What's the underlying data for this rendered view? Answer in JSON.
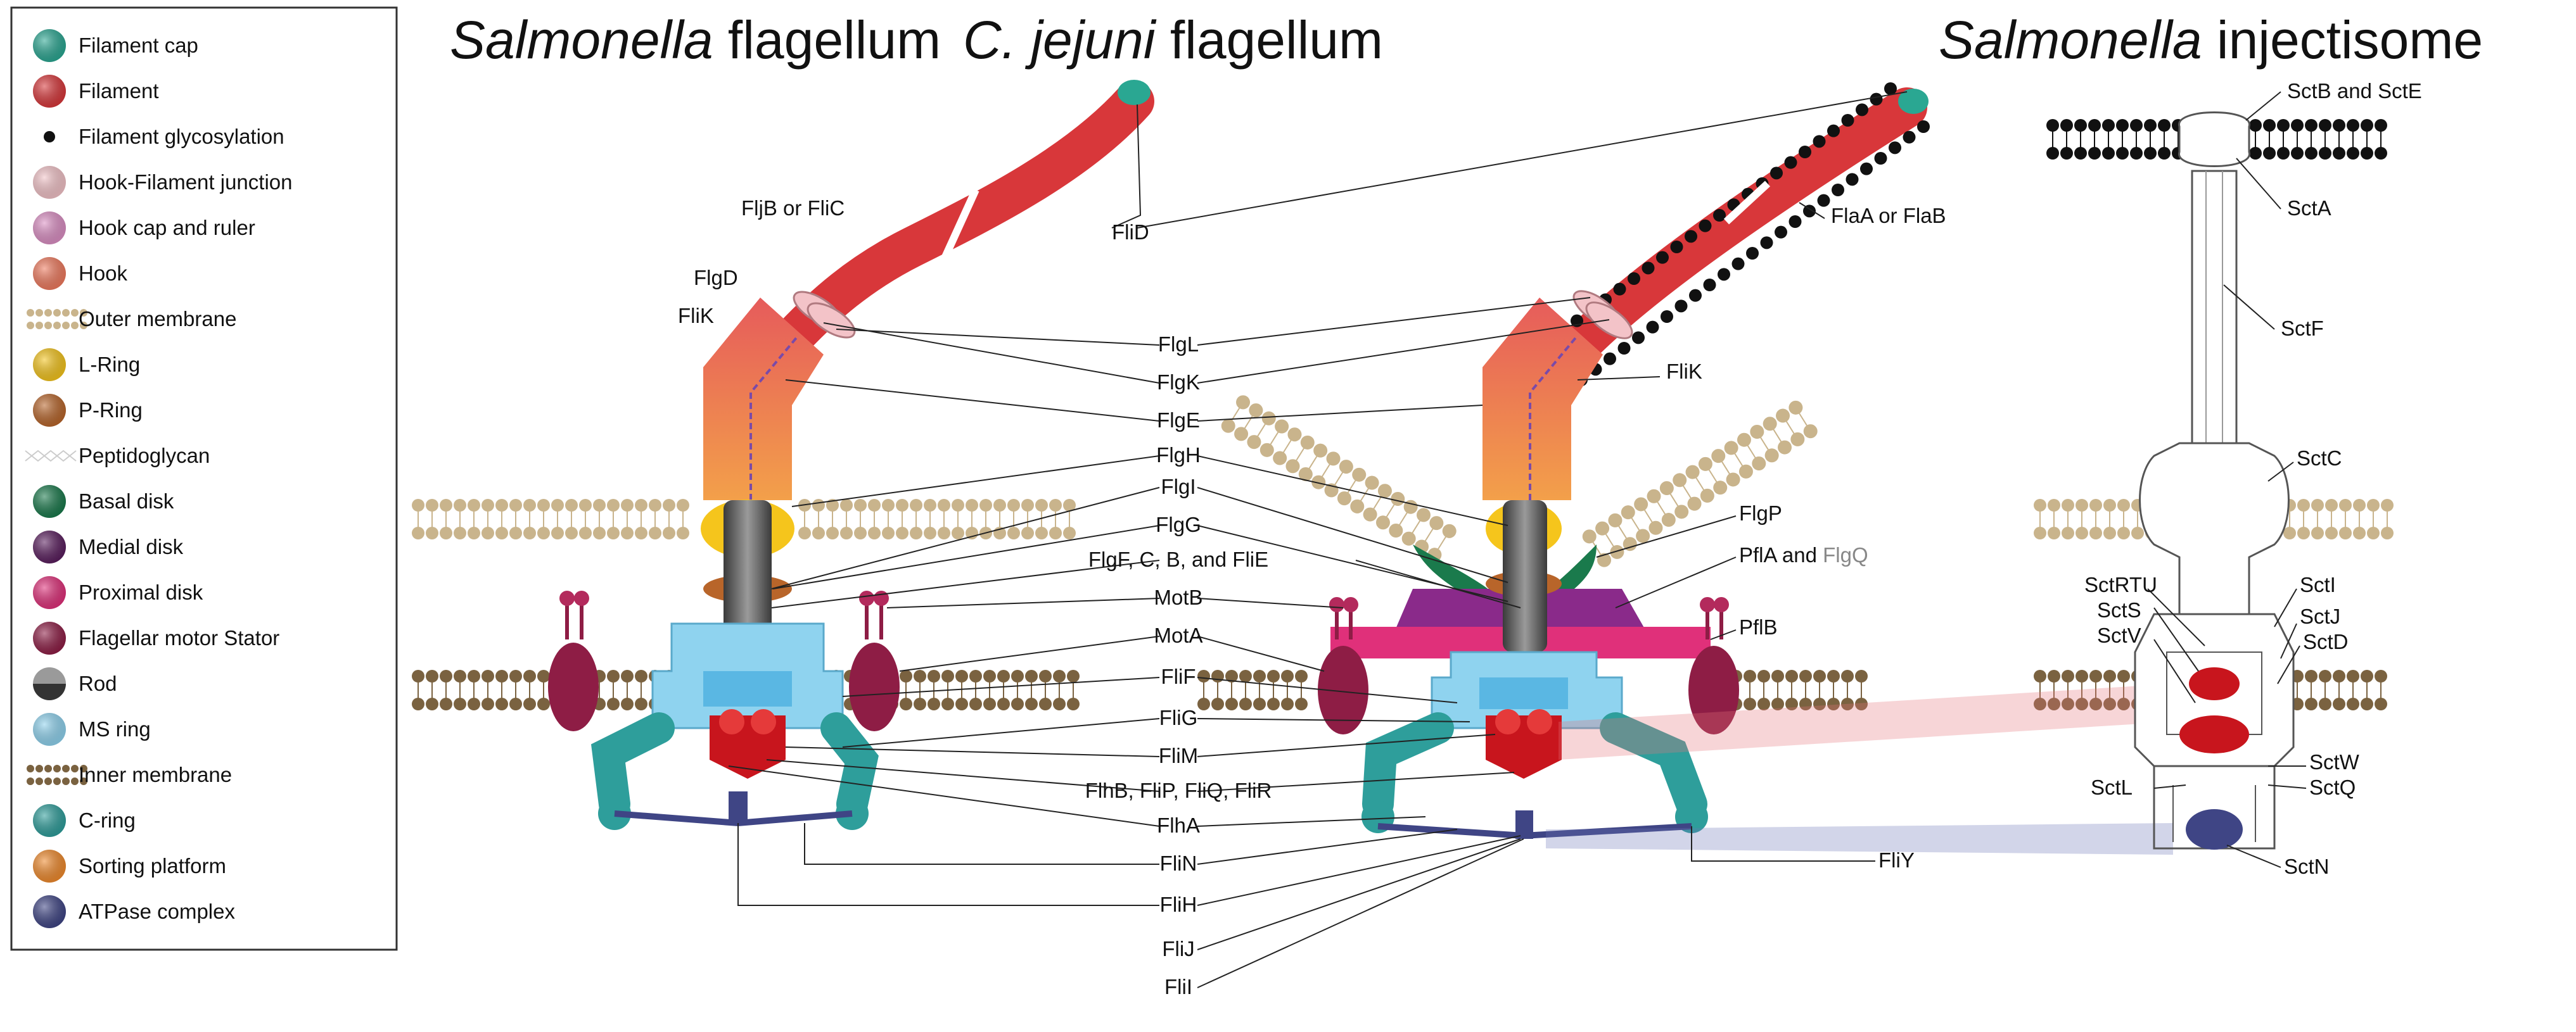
{
  "titles": {
    "left": {
      "italic": "Salmonella",
      "rest": " flagellum"
    },
    "middle": {
      "italic": "C. jejuni",
      "rest": " flagellum"
    },
    "right": {
      "italic": "Salmonella",
      "rest": " injectisome"
    }
  },
  "legend": [
    {
      "label": "Filament cap",
      "color": "#2aa792",
      "icon": "filament-cap-icon"
    },
    {
      "label": "Filament",
      "color": "#d8373a",
      "icon": "filament-icon"
    },
    {
      "label": "Filament glycosylation",
      "color": "#111111",
      "icon": "glycosylation-dot-icon"
    },
    {
      "label": "Hook-Filament junction",
      "color": "#f3c3c8",
      "icon": "hook-filament-junction-icon"
    },
    {
      "label": "Hook cap and ruler",
      "color": "#dc8fc4",
      "icon": "hook-cap-icon"
    },
    {
      "label": "Hook",
      "color": "#f07a5e",
      "icon": "hook-icon"
    },
    {
      "label": "Outer membrane",
      "color": "#c9b48c",
      "icon": "outer-membrane-icon"
    },
    {
      "label": "L-Ring",
      "color": "#f5c51c",
      "icon": "l-ring-icon"
    },
    {
      "label": "P-Ring",
      "color": "#b8652a",
      "icon": "p-ring-icon"
    },
    {
      "label": "Peptidoglycan",
      "color": "#cccccc",
      "icon": "peptidoglycan-icon"
    },
    {
      "label": "Basal disk",
      "color": "#1a7a4c",
      "icon": "basal-disk-icon"
    },
    {
      "label": "Medial disk",
      "color": "#5a1e5e",
      "icon": "medial-disk-icon"
    },
    {
      "label": "Proximal disk",
      "color": "#e0307a",
      "icon": "proximal-disk-icon"
    },
    {
      "label": "Flagellar motor Stator",
      "color": "#8e1d45",
      "icon": "stator-icon"
    },
    {
      "label": "Rod",
      "color": "#5b5b5b",
      "icon": "rod-icon"
    },
    {
      "label": "MS ring",
      "color": "#8fd3ef",
      "icon": "ms-ring-icon"
    },
    {
      "label": "Inner membrane",
      "color": "#7a6240",
      "icon": "inner-membrane-icon"
    },
    {
      "label": "C-ring",
      "color": "#2e9e9b",
      "icon": "c-ring-icon"
    },
    {
      "label": "Sorting platform",
      "color": "#f08a2c",
      "icon": "sorting-platform-icon"
    },
    {
      "label": "ATPase complex",
      "color": "#3f4585",
      "icon": "atpase-icon"
    }
  ],
  "labels": {
    "flid": "FliD",
    "fljb": "FljB or FliC",
    "flgd": "FlgD",
    "flik_left": "FliK",
    "flik_mid": "FliK",
    "flaa": "FlaA or FlaB",
    "flgp": "FlgP",
    "pfla": "PflA",
    "and": " and ",
    "flgq": "FlgQ",
    "pflb": "PflB",
    "fliy": "FliY",
    "center": [
      "FlgL",
      "FlgK",
      "FlgE",
      "FlgH",
      "FlgI",
      "FlgG",
      "FlgF, C, B, and FliE",
      "MotB",
      "MotA",
      "FliF",
      "FliG",
      "FliM",
      "FlhB, FliP, FliQ, FliR",
      "FlhA",
      "FliN",
      "FliH",
      "FliJ",
      "FliI"
    ],
    "injectisome": {
      "sctb": "SctB and SctE",
      "scta": "SctA",
      "sctf": "SctF",
      "sctc": "SctC",
      "sctrtu": "SctRTU",
      "scts": "SctS",
      "sctv": "SctV",
      "scti": "SctI",
      "sctj": "SctJ",
      "sctd": "SctD",
      "sctw": "SctW",
      "sctq": "SctQ",
      "sctl": "SctL",
      "sctn": "SctN"
    }
  },
  "colors": {
    "filament": "#d8373a",
    "hook": "#f07a5e",
    "lring": "#f5c51c",
    "pring": "#b8652a",
    "rod": "#5b5b5b",
    "msring": "#8fd3ef",
    "cring": "#2e9e9b",
    "stator": "#8e1d45",
    "atpase": "#3f4585",
    "export": "#c8151d",
    "outer_membrane": "#c9b48c",
    "inner_membrane": "#7a6240",
    "basal_disk": "#1a7a4c",
    "medial_disk": "#8a2a8a",
    "proximal_disk": "#e0307a"
  }
}
